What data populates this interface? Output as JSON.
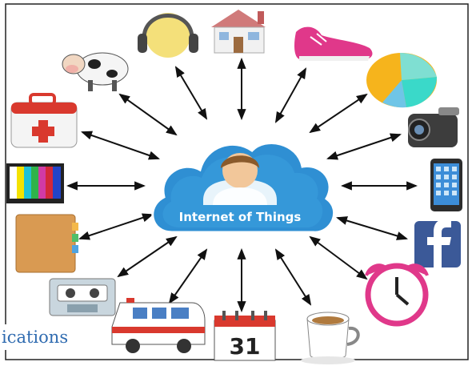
{
  "diagram": {
    "center_label": "Internet of Things",
    "calendar_day": "31",
    "caption_fragment": "ications",
    "nodes": [
      "cow-icon",
      "headphones-icon",
      "house-icon",
      "sneaker-icon",
      "first-aid-kit-icon",
      "pie-chart-icon",
      "video-camera-icon",
      "tv-icon",
      "smartphone-icon",
      "folder-icon",
      "facebook-icon",
      "cassette-tape-icon",
      "alarm-clock-icon",
      "ambulance-icon",
      "calendar-icon",
      "coffee-cup-icon"
    ],
    "colors": {
      "cloud": "#2f8fd3",
      "cloud_light": "#7dc3ee",
      "arrow": "#111111",
      "facebook": "#3b5998",
      "caption": "#2f6bb0"
    }
  }
}
